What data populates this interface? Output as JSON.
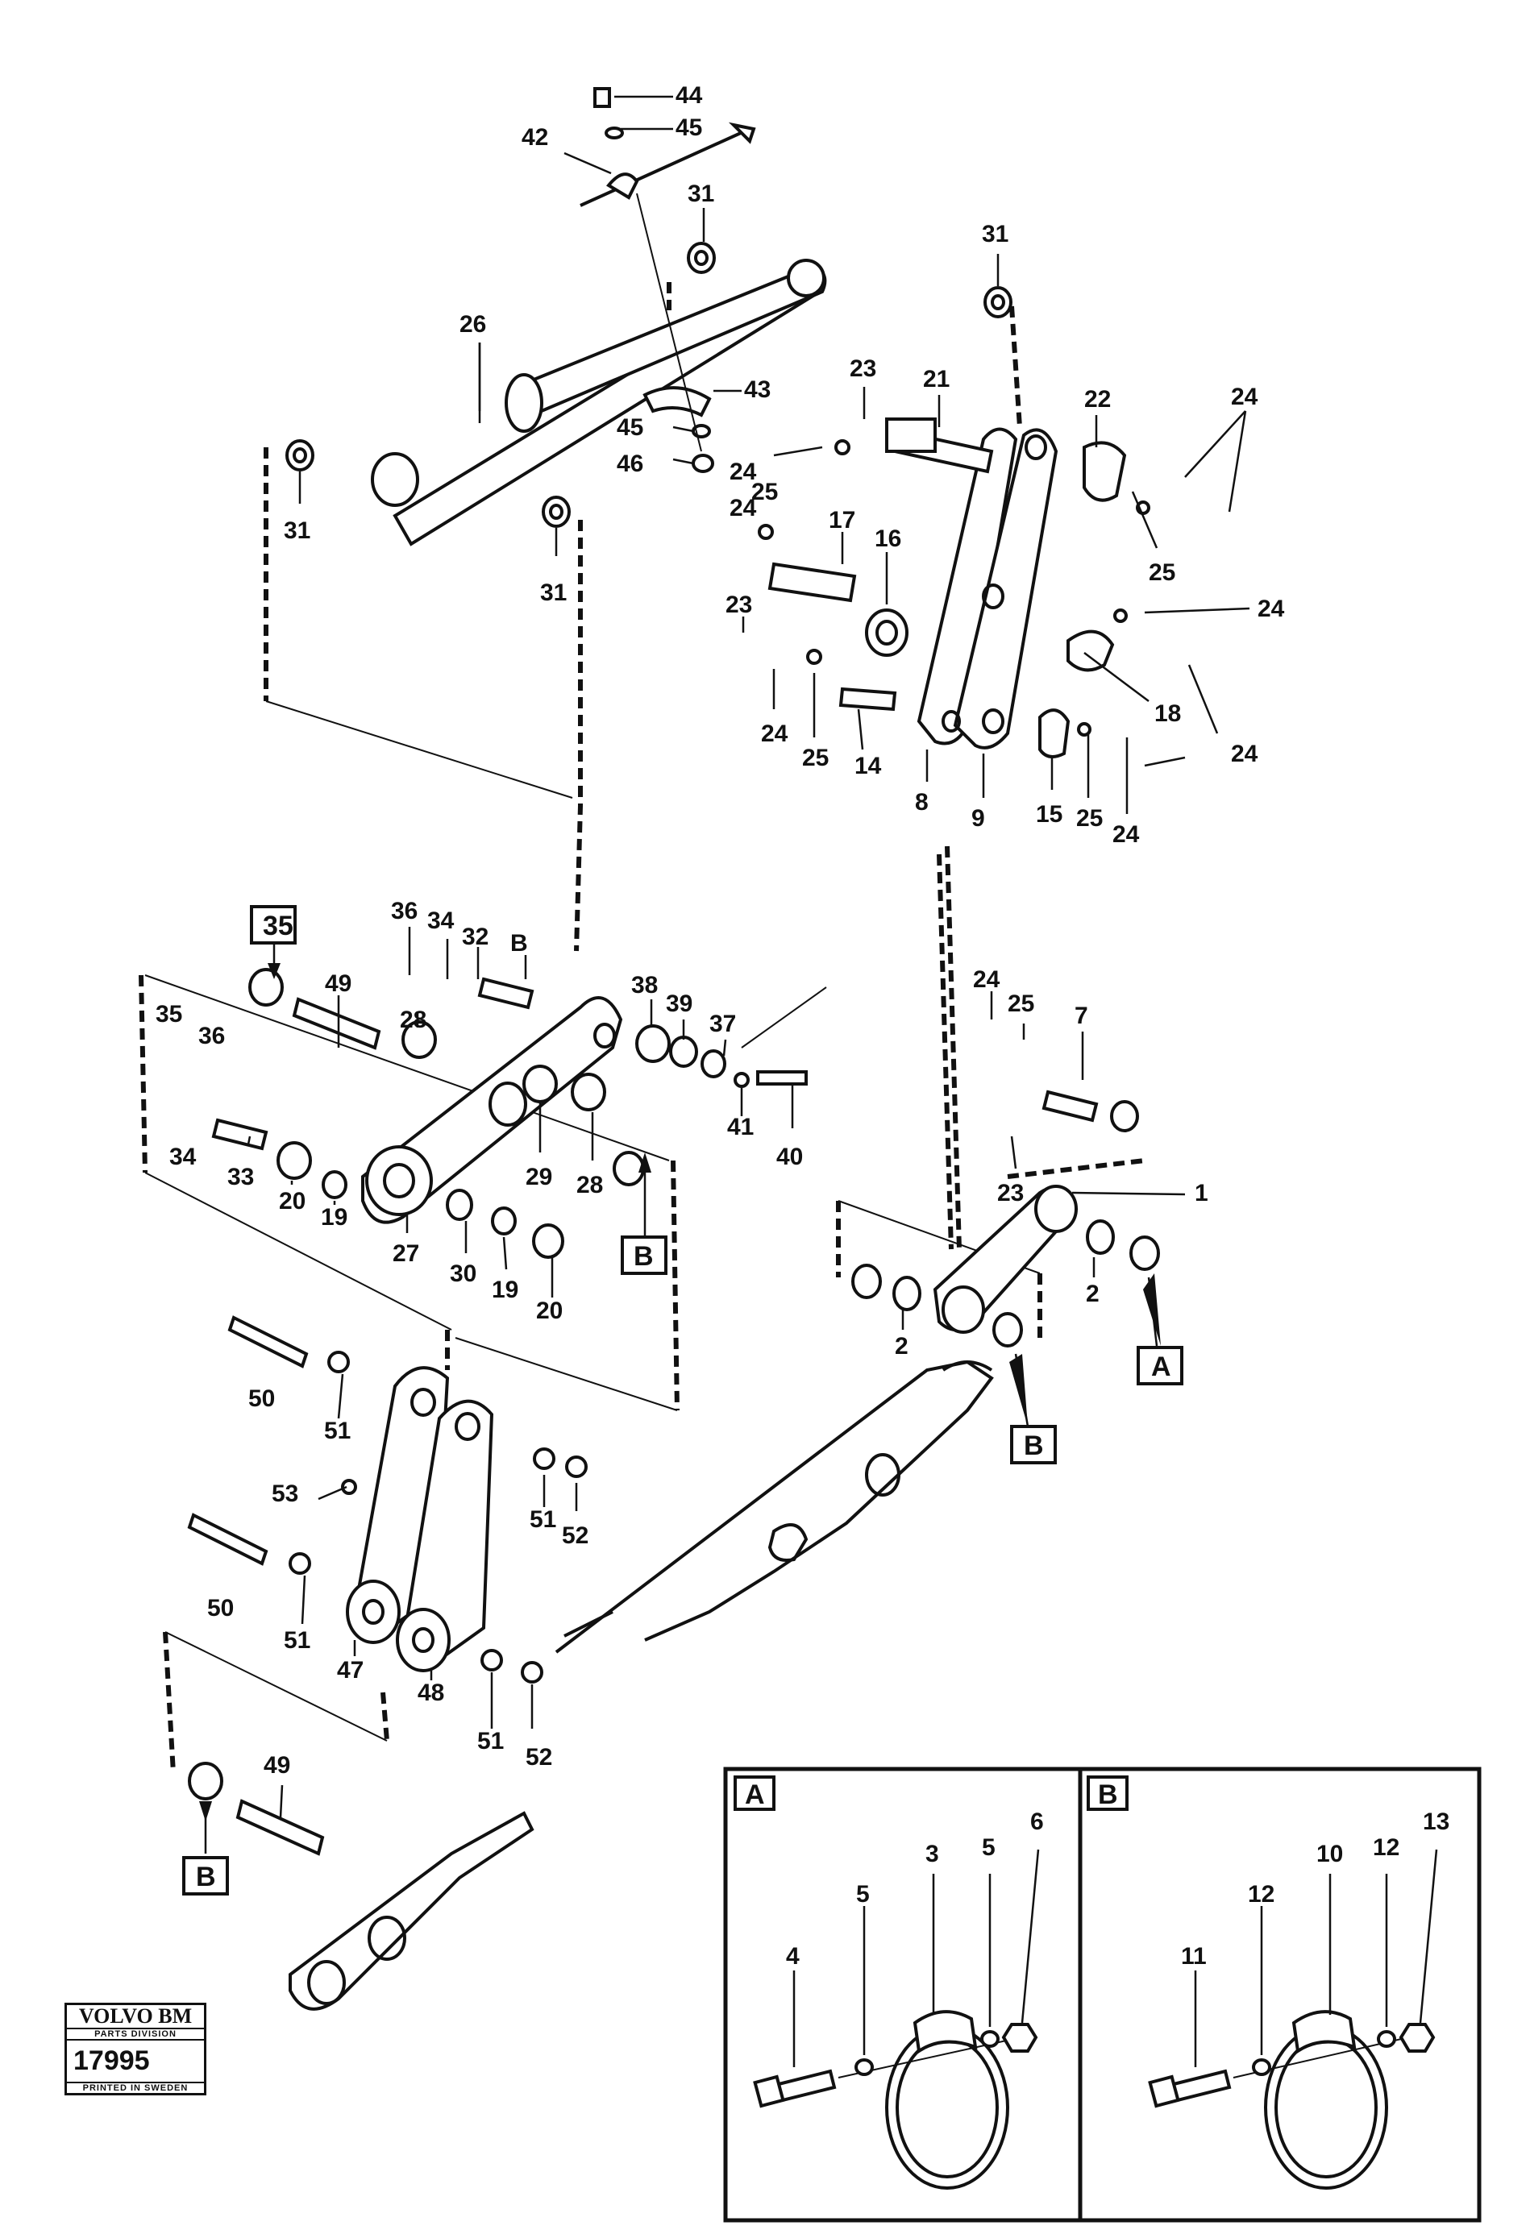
{
  "callouts_main": [
    "44",
    "45",
    "42",
    "31",
    "31",
    "26",
    "43",
    "45",
    "46",
    "23",
    "21",
    "22",
    "24",
    "24",
    "25",
    "24",
    "17",
    "16",
    "25",
    "23",
    "24",
    "18",
    "24",
    "24",
    "25",
    "14",
    "8",
    "9",
    "15",
    "25",
    "24",
    "31",
    "31",
    "35",
    "36",
    "34",
    "32",
    "B",
    "49",
    "35",
    "36",
    "28",
    "38",
    "39",
    "37",
    "34",
    "33",
    "20",
    "19",
    "27",
    "29",
    "28",
    "41",
    "40",
    "30",
    "19",
    "20",
    "B",
    "24",
    "25",
    "7",
    "23",
    "1",
    "2",
    "2",
    "A",
    "B",
    "50",
    "51",
    "51",
    "52",
    "53",
    "50",
    "51",
    "47",
    "48",
    "51",
    "52",
    "49",
    "B"
  ],
  "detail_a": {
    "label": "A",
    "callouts": [
      "4",
      "5",
      "3",
      "5",
      "6"
    ]
  },
  "detail_b": {
    "label": "B",
    "callouts": [
      "11",
      "12",
      "10",
      "12",
      "13"
    ]
  },
  "logo": {
    "brand": "VOLVO BM",
    "division": "PARTS DIVISION",
    "code": "17995",
    "printed": "PRINTED IN SWEDEN"
  }
}
